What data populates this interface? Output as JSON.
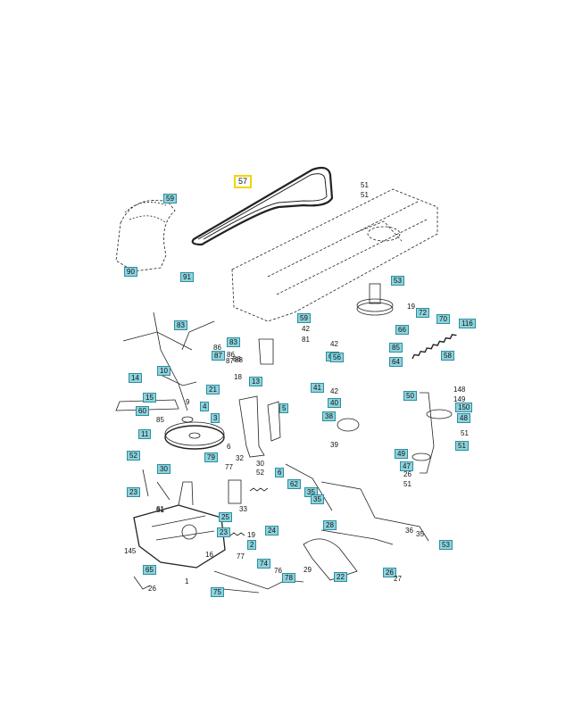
{
  "diagram": {
    "title": "",
    "highlight_color": "#f2d500",
    "box_color": "#8fd3dd",
    "selected_part": "57",
    "labels": [
      "57",
      "59",
      "51",
      "51",
      "53",
      "91",
      "90",
      "19",
      "72",
      "70",
      "116",
      "59",
      "83",
      "83",
      "42",
      "66",
      "81",
      "61",
      "86",
      "87",
      "88",
      "86",
      "87",
      "88",
      "42",
      "85",
      "56",
      "58",
      "64",
      "14",
      "10",
      "13",
      "21",
      "18",
      "13",
      "41",
      "42",
      "40",
      "50",
      "148",
      "149",
      "150",
      "48",
      "38",
      "51",
      "51",
      "9",
      "60",
      "85",
      "11",
      "4",
      "3",
      "6",
      "6",
      "79",
      "49",
      "77",
      "47",
      "26",
      "51",
      "52",
      "30",
      "32",
      "30",
      "52",
      "62",
      "35",
      "35",
      "61",
      "33",
      "23",
      "25",
      "23",
      "24",
      "19",
      "2",
      "77",
      "1",
      "36",
      "35",
      "26",
      "27",
      "53",
      "28",
      "145",
      "65",
      "26",
      "75",
      "74",
      "76",
      "78",
      "29",
      "22",
      "16",
      "61",
      "15",
      "5",
      "39"
    ]
  }
}
